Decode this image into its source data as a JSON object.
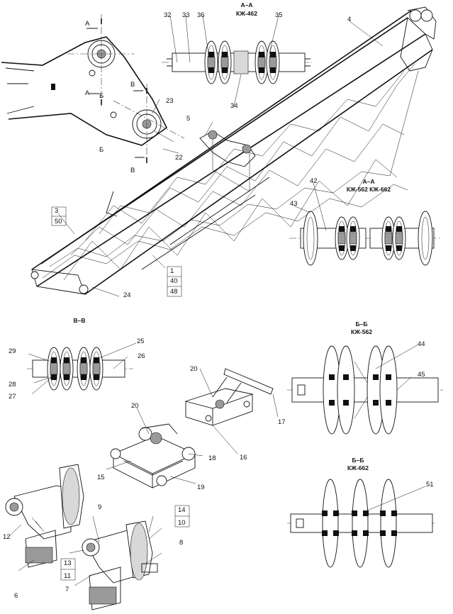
{
  "section_titles": {
    "aa_462": {
      "line1": "А–А",
      "line2": "КЖ-462"
    },
    "aa_562": {
      "line1": "А–А",
      "line2": "КЖ-562 КЖ-662"
    },
    "vv": {
      "line1": "В–В"
    },
    "bb_562": {
      "line1": "Б–Б",
      "line2": "КЖ-562"
    },
    "bb_662": {
      "line1": "Б–Б",
      "line2": "КЖ-662"
    }
  },
  "section_markers": [
    "А",
    "А",
    "Б",
    "Б",
    "В",
    "В"
  ],
  "part_labels": [
    "1",
    "3",
    "4",
    "5",
    "6",
    "7",
    "8",
    "9",
    "10",
    "11",
    "12",
    "13",
    "14",
    "15",
    "16",
    "17",
    "18",
    "19",
    "20",
    "20",
    "22",
    "23",
    "24",
    "25",
    "26",
    "27",
    "28",
    "29",
    "32",
    "33",
    "34",
    "35",
    "36",
    "40",
    "42",
    "43",
    "44",
    "45",
    "48",
    "50",
    "51"
  ]
}
